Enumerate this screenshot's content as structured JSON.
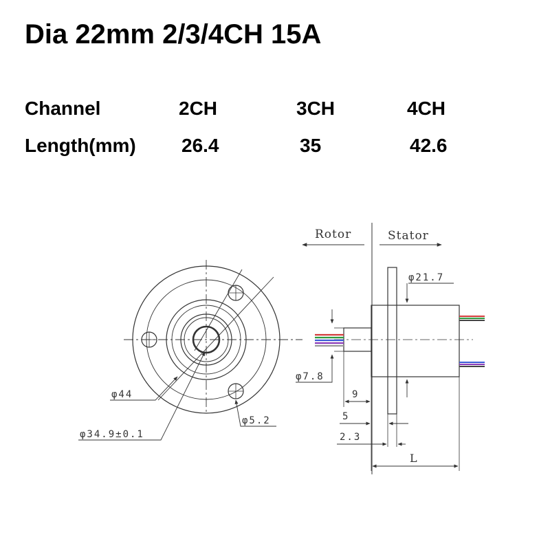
{
  "title": "Dia 22mm 2/3/4CH 15A",
  "spec_table": {
    "row_labels": [
      "Channel",
      "Length(mm)"
    ],
    "channels": [
      "2CH",
      "3CH",
      "4CH"
    ],
    "lengths": [
      "26.4",
      "35",
      "42.6"
    ]
  },
  "drawing": {
    "direction_labels": {
      "rotor": "Rotor",
      "stator": "Stator"
    },
    "dimensions": {
      "stator_dia": "φ21.7",
      "rotor_dia": "φ7.8",
      "flange_dia": "φ44",
      "hole_circle": "φ34.9±0.1",
      "hole_dia": "φ5.2",
      "rotor_len": "9",
      "flange_offset": "5",
      "flange_thick": "2.3",
      "total_length": "L"
    },
    "wire_colors": [
      "#d23a3a",
      "#2e9a3e",
      "#3a5bd6",
      "#8a3ab8",
      "#f0f0f0"
    ]
  }
}
